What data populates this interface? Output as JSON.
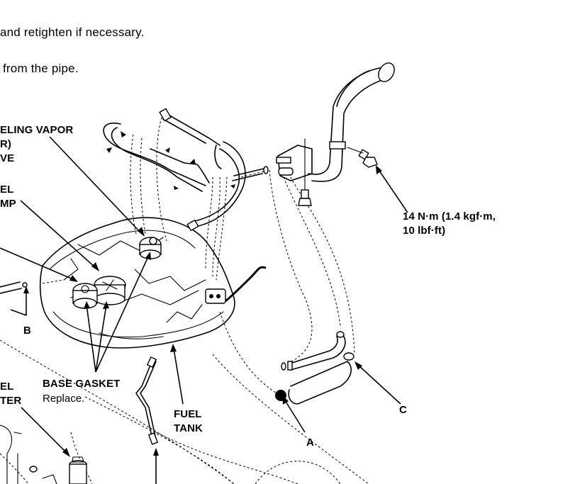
{
  "instructions": {
    "line1": "and retighten if necessary.",
    "line2": "from the pipe."
  },
  "labels": {
    "vapor_valve": {
      "line1": "ELING VAPOR",
      "line2": "R)",
      "line3": "VE"
    },
    "fuel_pump": {
      "line1": "EL",
      "line2": "MP"
    },
    "torque": {
      "line1": "14 N·m (1.4 kgf·m,",
      "line2": "10 lbf·ft)"
    },
    "callout_b": "B",
    "base_gasket": {
      "title": "BASE GASKET",
      "note": "Replace."
    },
    "fuel_filter": {
      "line1": "EL",
      "line2": "TER"
    },
    "fuel_tank": {
      "line1": "FUEL",
      "line2": "TANK"
    },
    "callout_a": "A",
    "callout_c": "C"
  }
}
